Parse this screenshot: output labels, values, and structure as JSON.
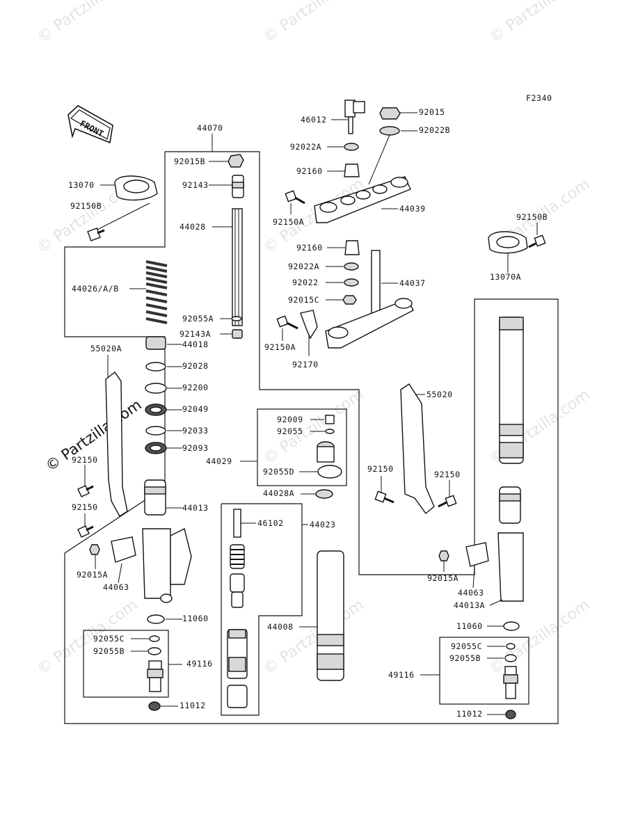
{
  "figure_code": "F2340",
  "direction_label": "FRONT",
  "watermark": "© Partzilla.com",
  "labels": {
    "p44070": "44070",
    "p92015B": "92015B",
    "p92143": "92143",
    "p44028": "44028",
    "p44026": "44026/A/B",
    "p92055A": "92055A",
    "p92143A": "92143A",
    "p44018": "44018",
    "p55020A": "55020A",
    "p92028": "92028",
    "p92200": "92200",
    "p92049": "92049",
    "p92033": "92033",
    "p92093": "92093",
    "p13070": "13070",
    "p92150B_l": "92150B",
    "p92150_l1": "92150",
    "p92150_l2": "92150",
    "p44013": "44013",
    "p92015A_l": "92015A",
    "p44063_l": "44063",
    "p11060_l": "11060",
    "p92055C_l": "92055C",
    "p92055B_l": "92055B",
    "p49116_l": "49116",
    "p11012_l": "11012",
    "p46102": "46102",
    "p44023": "44023",
    "p44028A": "44028A",
    "p44008": "44008",
    "p92009": "92009",
    "p92055": "92055",
    "p44029": "44029",
    "p92055D": "92055D",
    "p46012": "46012",
    "p92015": "92015",
    "p92022B": "92022B",
    "p92022A_t": "92022A",
    "p92160_t": "92160",
    "p92150A_t": "92150A",
    "p44039": "44039",
    "p92160_m": "92160",
    "p92022A_m": "92022A",
    "p92022": "92022",
    "p44037": "44037",
    "p92015C": "92015C",
    "p92150A_m": "92150A",
    "p92170": "92170",
    "p92150B_r": "92150B",
    "p13070A": "13070A",
    "p55020": "55020",
    "p92150_r1": "92150",
    "p92150_r2": "92150",
    "p92015A_r": "92015A",
    "p44063_r": "44063",
    "p44013A": "44013A",
    "p11060_r": "11060",
    "p92055C_r": "92055C",
    "p92055B_r": "92055B",
    "p49116_r": "49116",
    "p11012_r": "11012"
  }
}
